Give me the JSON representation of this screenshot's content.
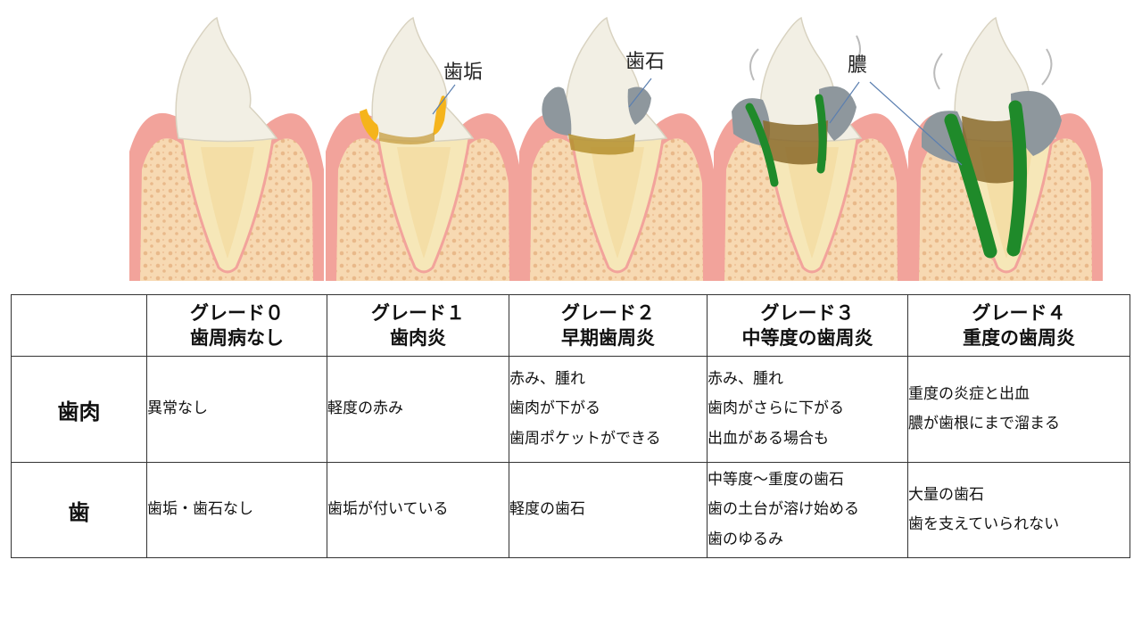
{
  "callouts": {
    "plaque": "歯垢",
    "tartar": "歯石",
    "pus": "膿"
  },
  "table": {
    "corner": "",
    "columns": [
      {
        "line1": "グレード０",
        "line2": "歯周病なし"
      },
      {
        "line1": "グレード１",
        "line2": "歯肉炎"
      },
      {
        "line1": "グレード２",
        "line2": "早期歯周炎"
      },
      {
        "line1": "グレード３",
        "line2": "中等度の歯周炎"
      },
      {
        "line1": "グレード４",
        "line2": "重度の歯周炎"
      }
    ],
    "rows": [
      {
        "label": "歯肉",
        "cells": [
          [
            "異常なし"
          ],
          [
            "軽度の赤み"
          ],
          [
            "赤み、腫れ",
            "歯肉が下がる",
            "歯周ポケットができる"
          ],
          [
            "赤み、腫れ",
            "歯肉がさらに下がる",
            "出血がある場合も"
          ],
          [
            "重度の炎症と出血",
            "膿が歯根にまで溜まる"
          ]
        ]
      },
      {
        "label": "歯",
        "cells": [
          [
            "歯垢・歯石なし"
          ],
          [
            "歯垢が付いている"
          ],
          [
            "軽度の歯石"
          ],
          [
            "中等度～重度の歯石",
            "歯の土台が溶け始める",
            "歯のゆるみ"
          ],
          [
            "大量の歯石",
            "歯を支えていられない"
          ]
        ]
      }
    ]
  },
  "colors": {
    "gum": "#f2a39b",
    "gum_inflamed": "#e8392f",
    "bone": "#f7d9b2",
    "enamel": "#f2efe4",
    "root": "#f6e7b8",
    "plaque": "#f5b41c",
    "tartar": "#8e979d",
    "pus": "#1f8a2a"
  }
}
